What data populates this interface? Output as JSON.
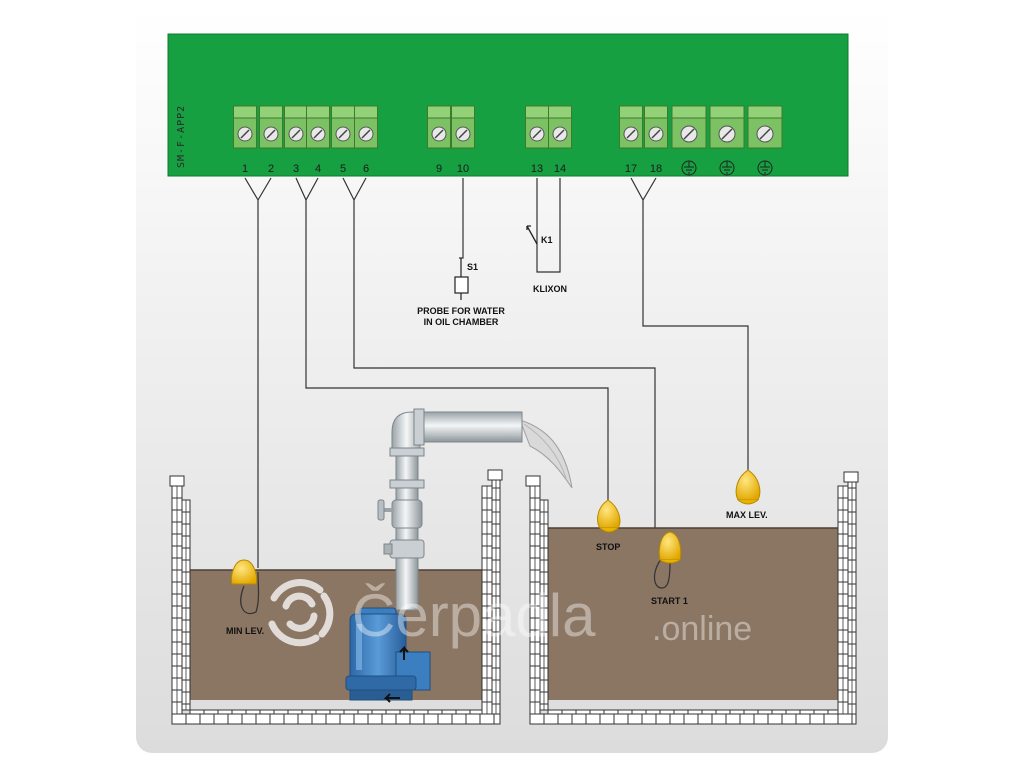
{
  "board": {
    "id": "SM-F-APP2",
    "terminals": [
      "1",
      "2",
      "3",
      "4",
      "5",
      "6",
      "9",
      "10",
      "13",
      "14",
      "17",
      "18"
    ],
    "ground_terminals": 3
  },
  "probe": {
    "ref": "S1",
    "label_line1": "PROBE FOR WATER",
    "label_line2": "IN OIL CHAMBER"
  },
  "klixon": {
    "ref": "K1",
    "label": "KLIXON"
  },
  "floats": {
    "min": "MIN LEV.",
    "stop": "STOP",
    "start1": "START 1",
    "max": "MAX LEV."
  },
  "watermark": {
    "main": "Čerpadla",
    "sub": ".online"
  },
  "colors": {
    "board": "#16a041",
    "terminal": "#7cc163",
    "water": "#8b7563",
    "float": "#f1c40f",
    "pump": "#3c7fc0"
  }
}
